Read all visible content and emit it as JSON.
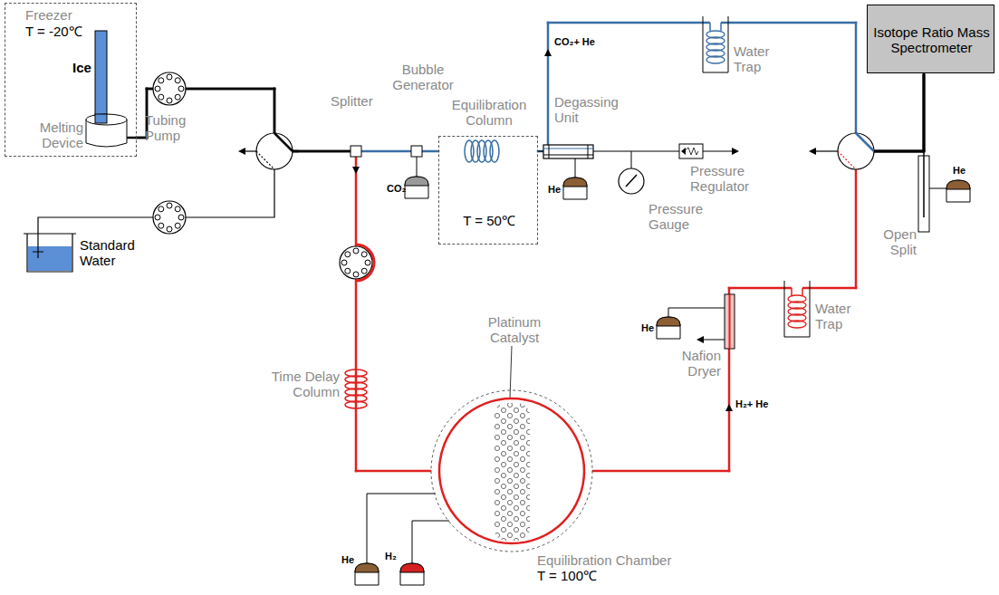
{
  "diagram": {
    "nodes": [
      {
        "text": [
          "Freezer",
          "T = -20℃"
        ]
      },
      {
        "text": [
          "Equilibration Column",
          "T = 50℃"
        ]
      },
      {
        "text": [
          "Isotope Ratio Mass Spectrometer"
        ]
      },
      {
        "text": [
          "Equilibration Chamber",
          "T = 100℃"
        ]
      }
    ],
    "edges": [
      {
        "from": 0,
        "to": 1,
        "arrow": "none"
      },
      {
        "from": 1,
        "to": 2,
        "arrow": "none"
      },
      {
        "from": 0,
        "to": 3,
        "arrow": "none"
      },
      {
        "from": 3,
        "to": 2,
        "arrow": "none"
      }
    ],
    "labels": [
      "Ice",
      "Melting Device",
      "Tubing Pump",
      "Standard Water",
      "Splitter",
      "Bubble Generator",
      "CO₂",
      "Degassing Unit",
      "He",
      "Pressure Gauge",
      "Pressure Regulator",
      "CO₂+ He",
      "Water Trap",
      "Open Split",
      "He",
      "Time Delay Column",
      "Platinum Catalyst",
      "He",
      "H₂",
      "He",
      "Nafion Dryer",
      "Water Trap",
      "H₂+ He"
    ]
  }
}
